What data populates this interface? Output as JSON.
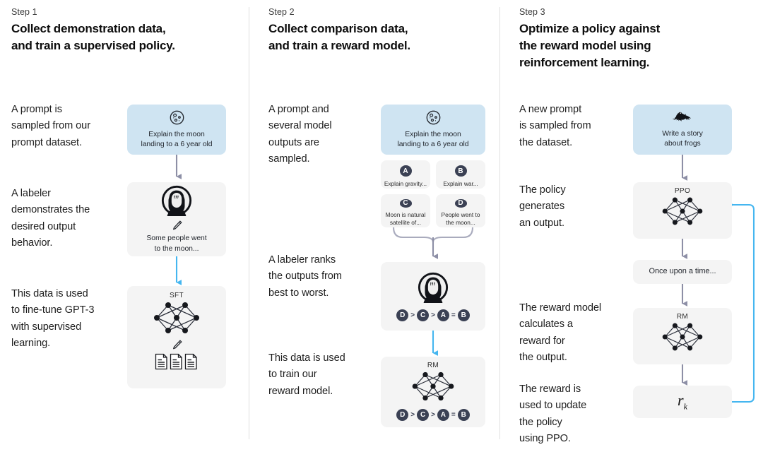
{
  "colors": {
    "prompt_box": "#cfe4f2",
    "neutral_box": "#f4f4f4",
    "gray_arrow": "#8d8fa6",
    "blue_arrow": "#45b6f0",
    "badge": "#3b4154",
    "divider": "#e0e0e0"
  },
  "columns": [
    {
      "step_label": "Step 1",
      "step_title": "Collect demonstration data,\nand train a supervised policy.",
      "paragraphs": [
        "A prompt is\nsampled from our\nprompt dataset.",
        "A labeler\ndemonstrates the\ndesired output\nbehavior.",
        "This data is used\nto fine-tune GPT-3\nwith supervised\nlearning."
      ],
      "prompt_box": {
        "icon": "moon-icon",
        "caption": "Explain the moon\nlanding to a 6 year old"
      },
      "labeler_box": {
        "avatar": "avatar-icon",
        "pencil": "pencil-icon",
        "caption": "Some people went\nto the moon..."
      },
      "model_box": {
        "tag": "SFT",
        "network": "neural-network-icon",
        "pencil": "pencil-icon",
        "docs": "documents-icon"
      }
    },
    {
      "step_label": "Step 2",
      "step_title": "Collect comparison data,\nand train a reward model.",
      "paragraphs": [
        "A prompt and\nseveral model\noutputs are\nsampled.",
        "A labeler ranks\nthe outputs from\nbest to worst.",
        "This data is used\nto train our\nreward model."
      ],
      "prompt_box": {
        "icon": "moon-icon",
        "caption": "Explain the moon\nlanding to a 6 year old"
      },
      "options": [
        {
          "badge": "A",
          "text": "Explain gravity..."
        },
        {
          "badge": "B",
          "text": "Explain war..."
        },
        {
          "badge": "C",
          "text": "Moon is natural\nsatellite of..."
        },
        {
          "badge": "D",
          "text": "People went to\nthe moon..."
        }
      ],
      "ranking_box": {
        "avatar": "avatar-icon",
        "ranking": [
          "D",
          ">",
          "C",
          ">",
          "A",
          "=",
          "B"
        ]
      },
      "reward_box": {
        "tag": "RM",
        "network": "neural-network-icon",
        "ranking": [
          "D",
          ">",
          "C",
          ">",
          "A",
          "=",
          "B"
        ]
      }
    },
    {
      "step_label": "Step 3",
      "step_title": "Optimize a policy against\nthe reward model using\nreinforcement learning.",
      "paragraphs": [
        "A new prompt\nis sampled from\nthe dataset.",
        "The policy\ngenerates\nan output.",
        "The reward model\ncalculates a\nreward for\nthe output.",
        "The reward is\nused to update\nthe policy\nusing PPO."
      ],
      "prompt_box": {
        "icon": "frog-icon",
        "caption": "Write a story\nabout frogs"
      },
      "policy_box": {
        "tag": "PPO",
        "network": "neural-network-icon"
      },
      "output_box": {
        "caption": "Once upon a time..."
      },
      "reward_box": {
        "tag": "RM",
        "network": "neural-network-icon"
      },
      "scalar_box": {
        "symbol": "r",
        "subscript": "k"
      }
    }
  ]
}
